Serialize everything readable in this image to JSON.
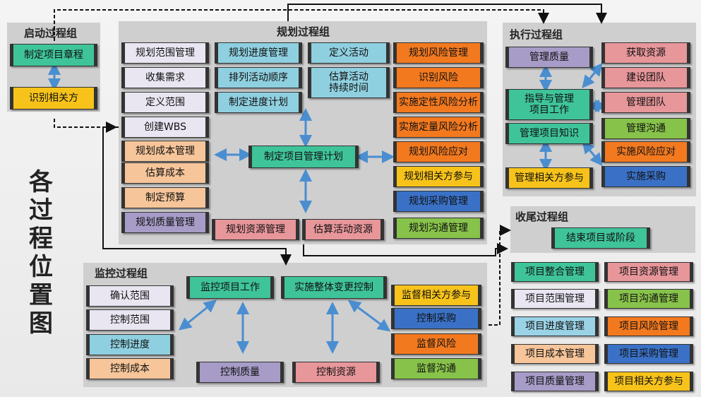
{
  "side_title": [
    "各",
    "过",
    "程",
    "位",
    "置",
    "图"
  ],
  "initiating": {
    "title": "启动过程组",
    "items": [
      "制定项目章程",
      "识别相关方"
    ]
  },
  "planning": {
    "title": "规划过程组",
    "col1": [
      "规划范围管理",
      "收集需求",
      "定义范围",
      "创建WBS",
      "规划成本管理",
      "估算成本",
      "制定预算",
      "规划质量管理"
    ],
    "col2": [
      "规划进度管理",
      "排列活动顺序",
      "制定进度计划"
    ],
    "col3": [
      "定义活动",
      "估算活动\n持续时间"
    ],
    "col4": [
      "规划风险管理",
      "识别风险",
      "实施定性风险分析",
      "实施定量风险分析",
      "规划风险应对",
      "规划相关方参与",
      "规划采购管理",
      "规划沟通管理"
    ],
    "center": "制定项目管理计划",
    "bottom": [
      "规划资源管理",
      "估算活动资源"
    ]
  },
  "executing": {
    "title": "执行过程组",
    "left": [
      "管理质量",
      "指导与管理\n项目工作",
      "管理项目知识",
      "管理相关方参与"
    ],
    "right": [
      "获取资源",
      "建设团队",
      "管理团队",
      "管理沟通",
      "实施风险应对",
      "实施采购"
    ]
  },
  "closing": {
    "title": "收尾过程组",
    "item": "结束项目或阶段"
  },
  "monitoring": {
    "title": "监控过程组",
    "left": [
      "确认范围",
      "控制范围",
      "控制进度",
      "控制成本"
    ],
    "center_top": [
      "监控项目工作",
      "实施整体变更控制"
    ],
    "bottom": [
      "控制质量",
      "控制资源"
    ],
    "right": [
      "监督相关方参与",
      "控制采购",
      "监督风险",
      "监督沟通"
    ]
  },
  "knowledge_areas": {
    "left": [
      "项目整合管理",
      "项目范围管理",
      "项目进度管理",
      "项目成本管理",
      "项目质量管理"
    ],
    "right": [
      "项目资源管理",
      "项目沟通管理",
      "项目风险管理",
      "项目采购管理",
      "项目相关方参与"
    ]
  }
}
